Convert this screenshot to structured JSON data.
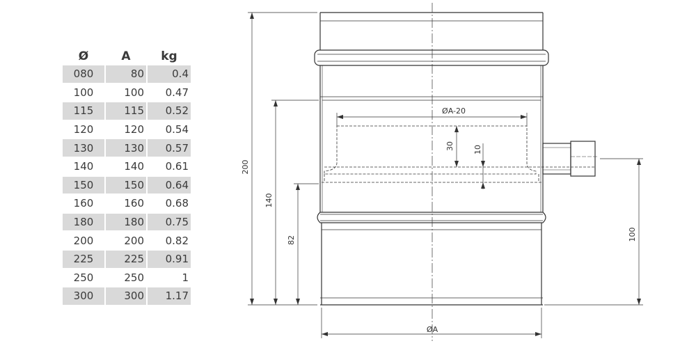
{
  "table": {
    "headers": [
      "Ø",
      "A",
      "kg"
    ],
    "rows": [
      [
        "080",
        "80",
        "0.4"
      ],
      [
        "100",
        "100",
        "0.47"
      ],
      [
        "115",
        "115",
        "0.52"
      ],
      [
        "120",
        "120",
        "0.54"
      ],
      [
        "130",
        "130",
        "0.57"
      ],
      [
        "140",
        "140",
        "0.61"
      ],
      [
        "150",
        "150",
        "0.64"
      ],
      [
        "160",
        "160",
        "0.68"
      ],
      [
        "180",
        "180",
        "0.75"
      ],
      [
        "200",
        "200",
        "0.82"
      ],
      [
        "225",
        "225",
        "0.91"
      ],
      [
        "250",
        "250",
        "1"
      ],
      [
        "300",
        "300",
        "1.17"
      ]
    ]
  },
  "drawing": {
    "dim_total_height": "200",
    "dim_140": "140",
    "dim_82": "82",
    "dim_100": "100",
    "dim_30": "30",
    "dim_10": "10",
    "dim_inner_width": "ØA-20",
    "dim_diameter": "ØA",
    "colors": {
      "line": "#333333",
      "shade": "#d9d9d9"
    }
  }
}
